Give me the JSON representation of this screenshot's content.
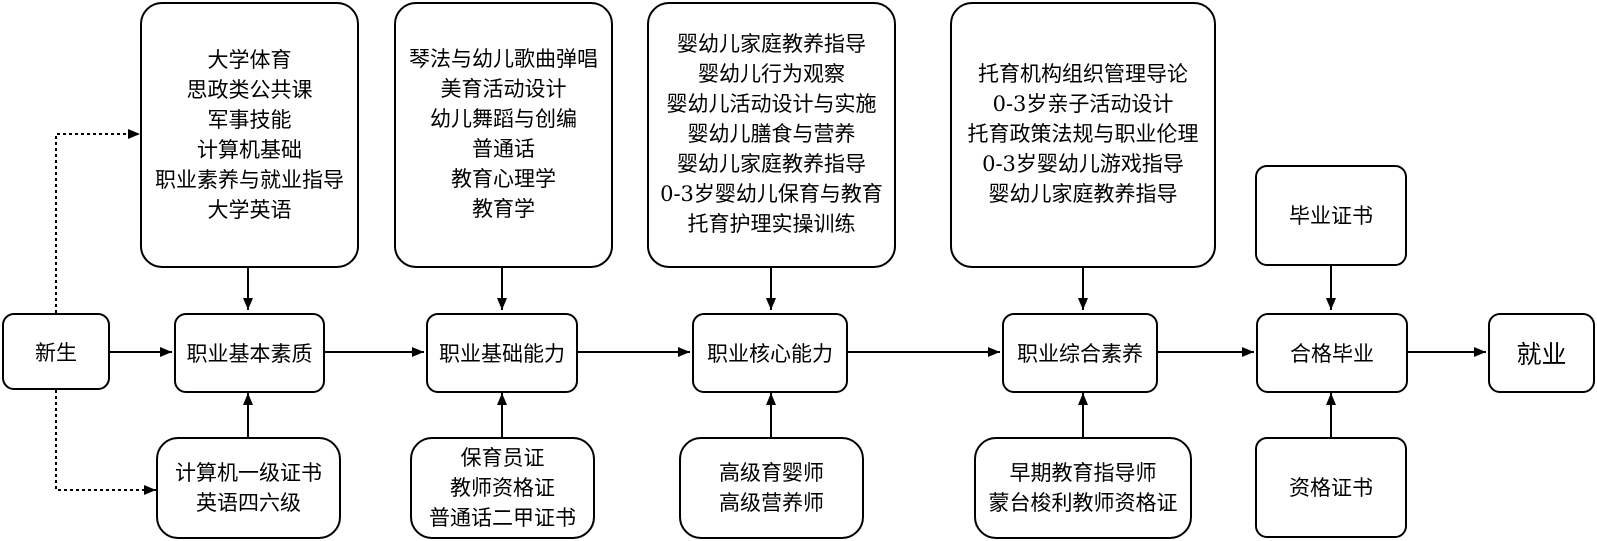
{
  "stages": {
    "new_student": "新生",
    "basic_quality": "职业基本素质",
    "foundation_ability": "职业基础能力",
    "core_ability": "职业核心能力",
    "comprehensive_quality": "职业综合素养",
    "graduation": "合格毕业",
    "employment": "就业"
  },
  "courses_box_1": [
    "大学体育",
    "思政类公共课",
    "军事技能",
    "计算机基础",
    "职业素养与就业指导",
    "大学英语"
  ],
  "courses_box_2": [
    "琴法与幼儿歌曲弹唱",
    "美育活动设计",
    "幼儿舞蹈与创编",
    "普通话",
    "教育心理学",
    "教育学"
  ],
  "courses_box_3": [
    "婴幼儿家庭教养指导",
    "婴幼儿行为观察",
    "婴幼儿活动设计与实施",
    "婴幼儿膳食与营养",
    "婴幼儿家庭教养指导",
    "0-3岁婴幼儿保育与教育",
    "托育护理实操训练"
  ],
  "courses_box_4": [
    "托育机构组织管理导论",
    "0-3岁亲子活动设计",
    "托育政策法规与职业伦理",
    "0-3岁婴幼儿游戏指导",
    "婴幼儿家庭教养指导"
  ],
  "diploma": "毕业证书",
  "certificates_box_1": [
    "计算机一级证书",
    "英语四六级"
  ],
  "certificates_box_2": [
    "保育员证",
    "教师资格证",
    "普通话二甲证书"
  ],
  "certificates_box_3": [
    "高级育婴师",
    "高级营养师"
  ],
  "certificates_box_4": [
    "早期教育指导师",
    "蒙台梭利教师资格证"
  ],
  "qualification_certificate": "资格证书"
}
